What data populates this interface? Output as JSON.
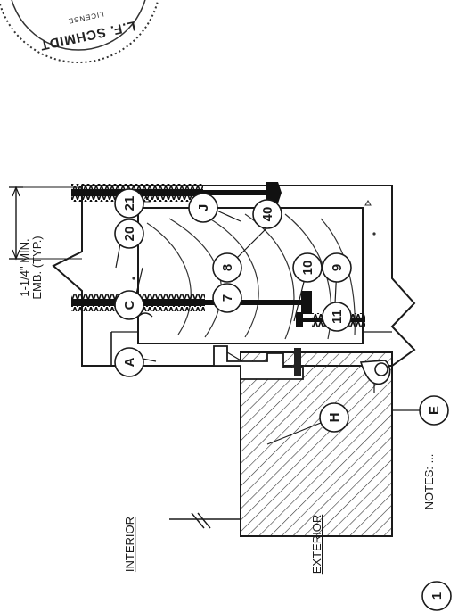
{
  "seal": {
    "name_text": "L.F. SCHMIDT",
    "license_text": "LICENSE"
  },
  "callouts": {
    "c21": "21",
    "c20": "20",
    "c8": "8",
    "c7": "7",
    "c40": "40",
    "c10": "10",
    "c9": "9",
    "c11": "11",
    "cJ": "J",
    "cC": "C",
    "cA": "A",
    "cH": "H",
    "cE": "E"
  },
  "dimension": {
    "line1": "1-1/4\" MIN.",
    "line2": "EMB. (TYP.)"
  },
  "labels": {
    "interior": "INTERIOR",
    "exterior": "EXTERIOR"
  },
  "footer": {
    "detail_number": "1",
    "note": "NOTES: ..."
  }
}
